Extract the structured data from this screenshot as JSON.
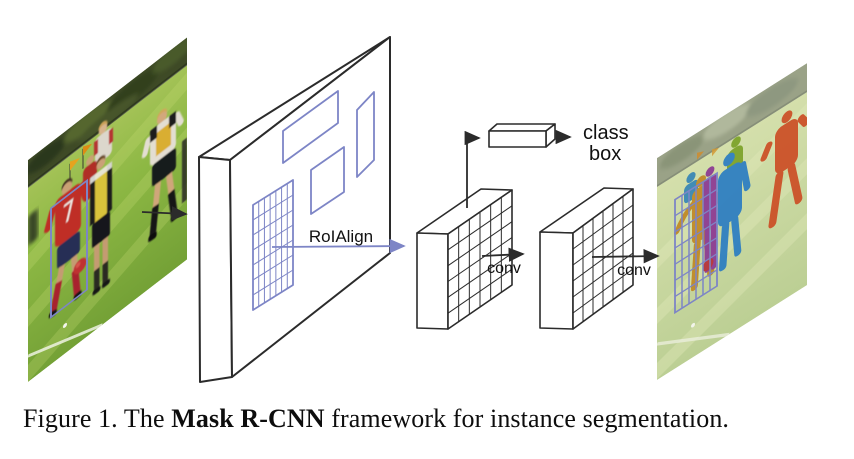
{
  "figure": {
    "caption": {
      "prefix": "Figure 1. The ",
      "bold": "Mask R-CNN",
      "suffix": " framework for instance segmentation."
    },
    "labels": {
      "roialign": "RoIAlign",
      "conv_first": "conv",
      "conv_second": "conv",
      "head_class": "class",
      "head_box": "box"
    },
    "colors": {
      "line_black": "#2b2b2b",
      "roi_blue": "#7d85c6",
      "mask_ochre": "#c08a28",
      "mask_purple": "#8d3d93",
      "mask_blue": "#2f7fc1",
      "mask_green": "#7ea32c",
      "mask_red_orange": "#cc5229",
      "mask_ball_red": "#b5343c"
    },
    "grids": {
      "roialign_grid": {
        "cols": 7,
        "rows": 7
      },
      "feature_box_1": {
        "cols": 6,
        "rows": 6
      },
      "feature_box_2": {
        "cols": 6,
        "rows": 6
      },
      "output_grid": {
        "cols": 6,
        "rows": 7
      }
    }
  }
}
